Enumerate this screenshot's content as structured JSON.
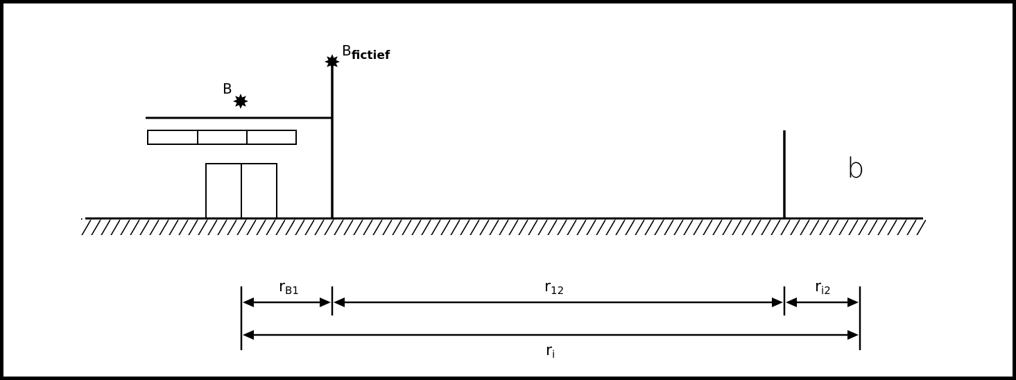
{
  "colors": {
    "ink": "#000000",
    "background": "#ffffff",
    "frame": "#000000"
  },
  "labels": {
    "source": "B",
    "fictive_source_main": "B",
    "fictive_source_sub": "fictief",
    "receiver": "b",
    "dim_rb1_main": "r",
    "dim_rb1_sub": "B1",
    "dim_r12_main": "r",
    "dim_r12_sub": "12",
    "dim_ri2_main": "r",
    "dim_ri2_sub": "i2",
    "dim_ri_main": "r",
    "dim_ri_sub": "i"
  }
}
